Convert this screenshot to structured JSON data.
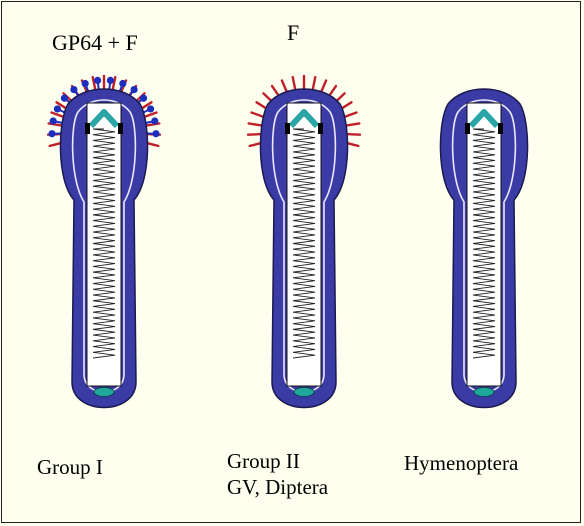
{
  "colors": {
    "envelope_outer": "#3b3ba6",
    "envelope_edge": "#1a1a4f",
    "membrane_line": "#e8e8ff",
    "core": "#ffffff",
    "core_outline": "#111111",
    "coil": "#222222",
    "cap": "#2aa6a6",
    "cap_dark": "#000000",
    "base_disc": "#1ea79a",
    "spike_red": "#c0202a",
    "spike_blue": "#1d2fbf",
    "background": "#fffff0"
  },
  "diagram": {
    "virions": [
      {
        "id": "group-i",
        "top_label": "GP64 + F",
        "bottom_label_lines": [
          "Group I"
        ],
        "spike_types": [
          "red-stick",
          "blue-knob"
        ]
      },
      {
        "id": "group-ii",
        "top_label": "F",
        "bottom_label_lines": [
          "Group II",
          "GV, Diptera"
        ],
        "spike_types": [
          "red-stick"
        ]
      },
      {
        "id": "hymenoptera",
        "top_label": "",
        "bottom_label_lines": [
          "Hymenoptera"
        ],
        "spike_types": []
      }
    ]
  }
}
